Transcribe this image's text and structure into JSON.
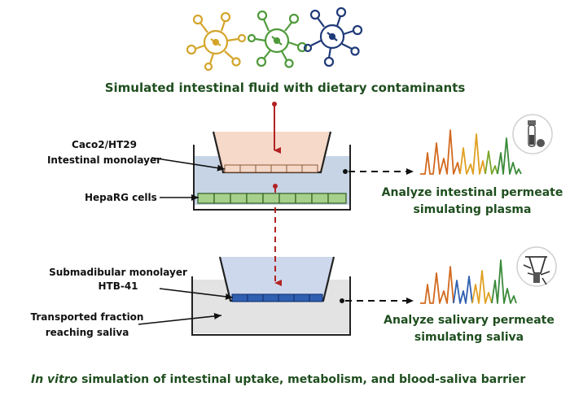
{
  "title": "Simulated intestinal fluid with dietary contaminants",
  "labels": {
    "caco_line1": "Caco2/HT29",
    "caco_line2": "Intestinal monolayer",
    "heparg": "HepaRG cells",
    "submand_line1": "Submadibular monolayer",
    "submand_line2": "HTB-41",
    "transport_line1": "Transported fraction",
    "transport_line2": "reaching saliva"
  },
  "outputs": {
    "intestinal_line1": "Analyze intestinal permeate",
    "intestinal_line2": "simulating plasma",
    "salivary_line1": "Analyze salivary permeate",
    "salivary_line2": "simulating saliva"
  },
  "caption": {
    "italic": "In vitro",
    "rest": " simulation of intestinal uptake, metabolism, and blood-saliva barrier"
  },
  "colors": {
    "title_green": "#1f4e1f",
    "molecule_1": "#d4a52a",
    "molecule_2": "#4e9a3a",
    "molecule_3": "#1f3a78",
    "arrow_red": "#b22222",
    "fluid_peach": "#f6d9c9",
    "fluid_blue": "#c6d4e6",
    "heparg_green": "#a8d08d",
    "salivary_blue": "#2f5fb0",
    "basal_gray": "#e3e3e3"
  },
  "icons": [
    "molecule-icon",
    "molecule-icon",
    "molecule-icon",
    "blood-tube-icon",
    "saliva-collection-icon"
  ]
}
